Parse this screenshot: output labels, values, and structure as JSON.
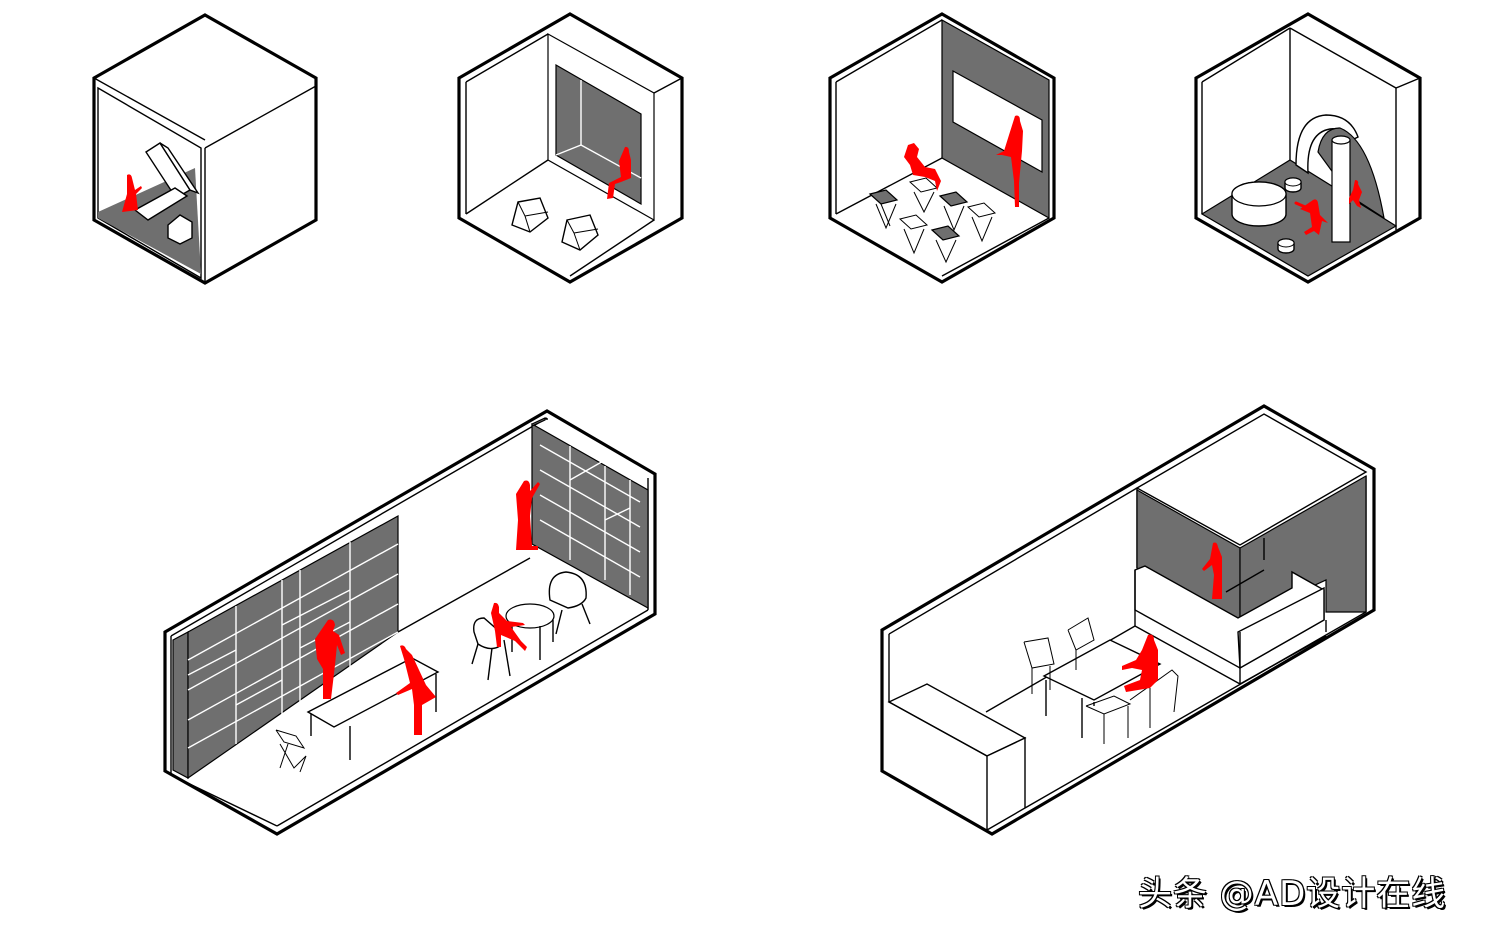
{
  "diagram": {
    "type": "isometric room programme diagrams",
    "palette": {
      "outline": "#000000",
      "wall_white": "#ffffff",
      "wall_grey": "#6f6f6f",
      "figure_red": "#ff0000"
    },
    "rooms": [
      {
        "id": "room-1",
        "position": "top-1",
        "shape": "cube",
        "contents": [
          "grey floor",
          "stacked white blocks",
          "small box",
          "red figure"
        ],
        "figures": 1
      },
      {
        "id": "room-2",
        "position": "top-2",
        "shape": "cube",
        "contents": [
          "grey window recess with bench",
          "two trapezoid stools",
          "seated red figure"
        ],
        "figures": 1
      },
      {
        "id": "room-3",
        "position": "top-3",
        "shape": "cube",
        "contents": [
          "grey back wall",
          "white screen",
          "six folding chairs",
          "standing presenter",
          "seated listener"
        ],
        "figures": 2
      },
      {
        "id": "room-4",
        "position": "top-4",
        "shape": "cube",
        "contents": [
          "grey floor",
          "arched curved wall",
          "cylindrical column",
          "round platform",
          "two small cylinders",
          "two running red figures"
        ],
        "figures": 2
      },
      {
        "id": "room-5",
        "position": "bottom-left",
        "shape": "long box",
        "contents": [
          "bookshelf wall (left)",
          "bookshelf wall (right)",
          "long table",
          "folding chair",
          "round table",
          "two shell chairs",
          "four red figures"
        ],
        "figures": 4
      },
      {
        "id": "room-6",
        "position": "bottom-right",
        "shape": "long box",
        "contents": [
          "low counter block",
          "dining table",
          "four chairs",
          "L-shaped reception desk",
          "grey back alcove",
          "two red figures"
        ],
        "figures": 2
      }
    ]
  },
  "watermark": {
    "text": "头条 @AD设计在线"
  }
}
